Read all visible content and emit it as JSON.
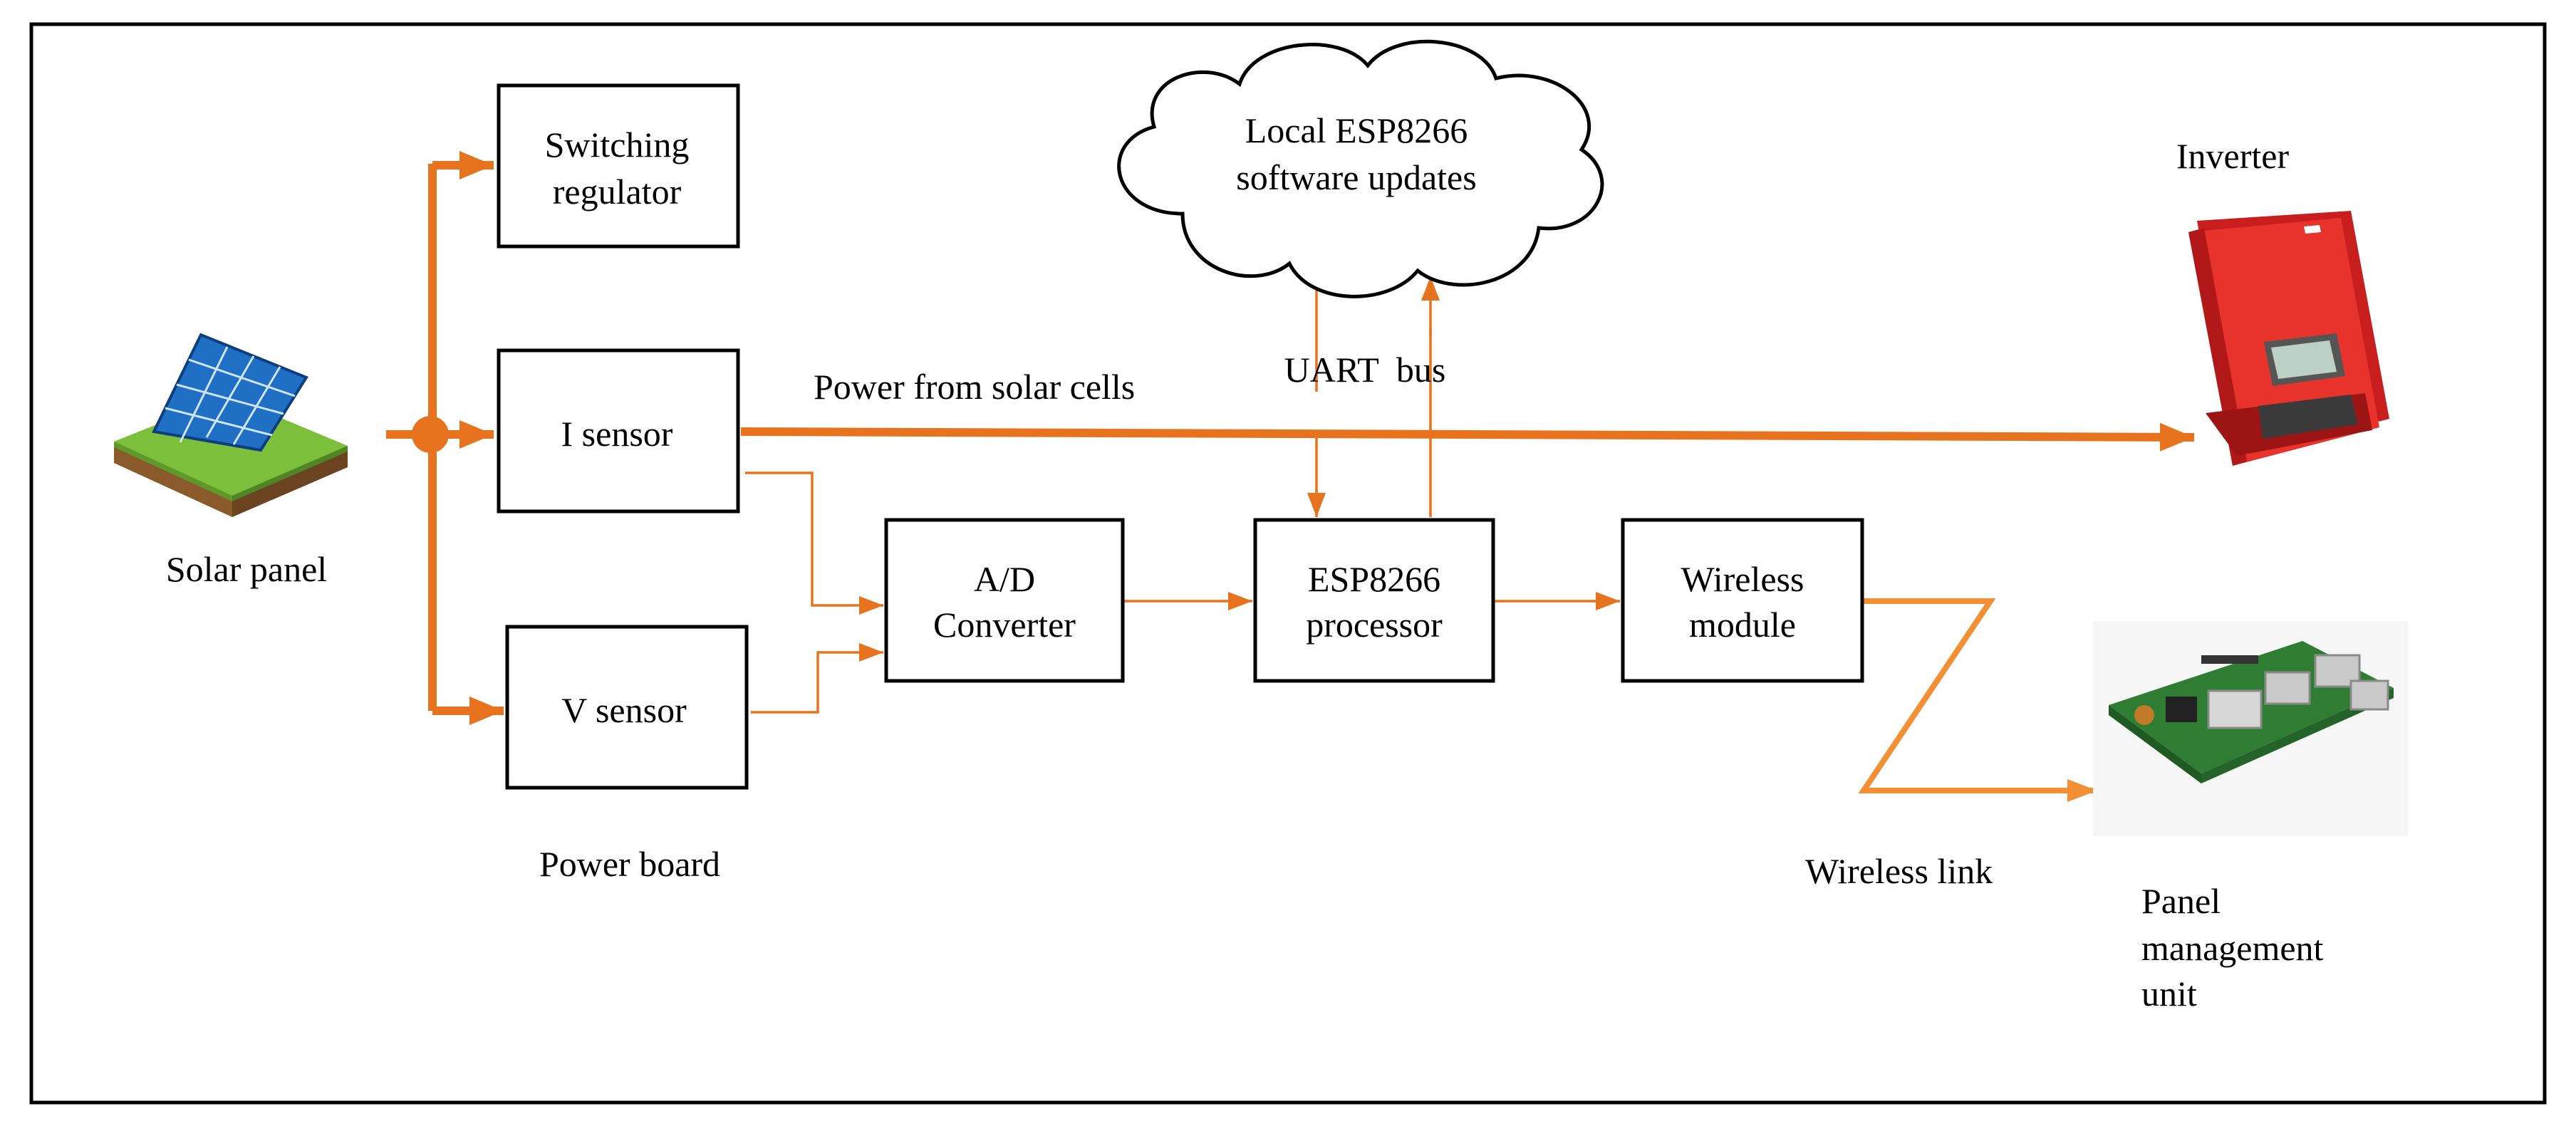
{
  "diagram": {
    "colors": {
      "arrow": "#e8731e",
      "wireless_link": "#f39033",
      "box_border": "#000000",
      "text": "#000000",
      "inverter_body": "#e8322c",
      "pcb_green": "#2f7d32"
    },
    "nodes": {
      "solar_panel": {
        "label": "Solar panel",
        "icon": "solar-panel-icon"
      },
      "switching_regulator": {
        "line1": "Switching",
        "line2": "regulator"
      },
      "i_sensor": {
        "label": "I sensor"
      },
      "v_sensor": {
        "label": "V sensor"
      },
      "power_board": {
        "label": "Power board"
      },
      "ad_converter": {
        "line1": "A/D",
        "line2": "Converter"
      },
      "esp_processor": {
        "line1": "ESP8266",
        "line2": "processor"
      },
      "wireless_module": {
        "line1": "Wireless",
        "line2": "module"
      },
      "cloud": {
        "line1": "Local ESP8266",
        "line2": "software updates"
      },
      "inverter": {
        "label": "Inverter",
        "icon": "inverter-icon"
      },
      "panel_management_unit": {
        "line1": "Panel",
        "line2": "management",
        "line3": "unit",
        "icon": "raspberry-pi-board-icon"
      }
    },
    "edge_labels": {
      "power_from_solar_cells": "Power from solar cells",
      "uart_bus": "UART  bus",
      "wireless_link": "Wireless link"
    }
  }
}
